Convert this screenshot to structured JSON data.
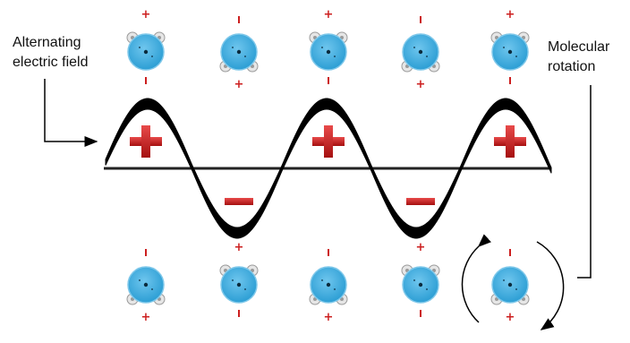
{
  "labels": {
    "field_line1": "Alternating",
    "field_line2": "electric field",
    "rotation_line1": "Molecular",
    "rotation_line2": "rotation"
  },
  "wave": {
    "polarity_signs": [
      "+",
      "−",
      "+",
      "−",
      "+"
    ]
  },
  "molecule_signs": {
    "positive": "+",
    "negative": "ı"
  },
  "colors": {
    "molecule_fill": "#3aaee0",
    "molecule_edge": "#7fc8ea",
    "hydrogen": "#c9c9c9",
    "plus_sign": "#cc1f1f",
    "wave": "#000000",
    "axis": "#222222"
  },
  "icons": [
    "rotation-arrows-icon",
    "pointer-arrow-icon"
  ]
}
